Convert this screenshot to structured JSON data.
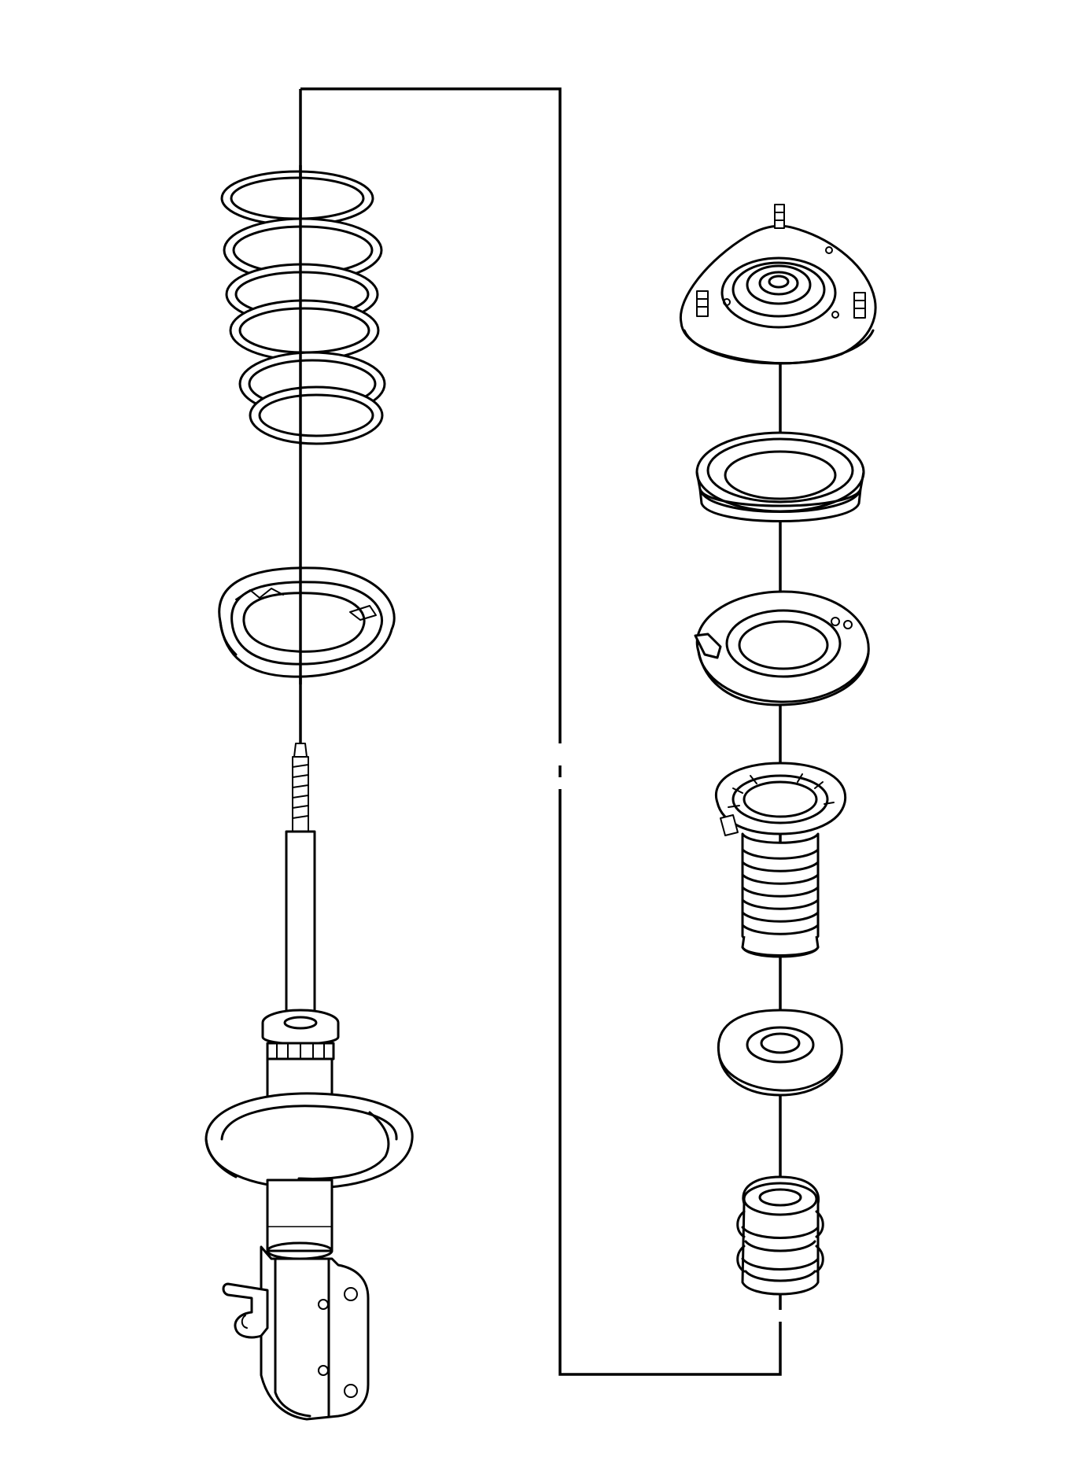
{
  "diagram": {
    "background": "#ffffff",
    "ink": "#000000",
    "parts_left": [
      "coil-spring",
      "spring-seat-insulator",
      "strut-assembly"
    ],
    "parts_right": [
      "strut-mount",
      "bearing",
      "upper-spring-seat",
      "dust-boot",
      "jounce-bumper-retainer",
      "jounce-bumper"
    ]
  }
}
